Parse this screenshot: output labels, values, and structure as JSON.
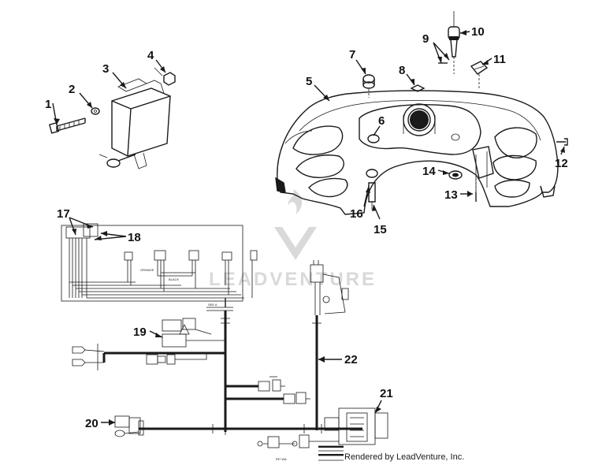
{
  "diagram": {
    "callouts": [
      {
        "id": "1",
        "label": "1"
      },
      {
        "id": "2",
        "label": "2"
      },
      {
        "id": "3",
        "label": "3"
      },
      {
        "id": "4",
        "label": "4"
      },
      {
        "id": "5",
        "label": "5"
      },
      {
        "id": "6",
        "label": "6"
      },
      {
        "id": "7",
        "label": "7"
      },
      {
        "id": "8",
        "label": "8"
      },
      {
        "id": "9",
        "label": "9"
      },
      {
        "id": "10",
        "label": "10"
      },
      {
        "id": "11",
        "label": "11"
      },
      {
        "id": "12",
        "label": "12"
      },
      {
        "id": "13",
        "label": "13"
      },
      {
        "id": "14",
        "label": "14"
      },
      {
        "id": "15",
        "label": "15"
      },
      {
        "id": "16",
        "label": "16"
      },
      {
        "id": "17",
        "label": "17"
      },
      {
        "id": "18",
        "label": "18"
      },
      {
        "id": "19",
        "label": "19"
      },
      {
        "id": "20",
        "label": "20"
      },
      {
        "id": "21",
        "label": "21"
      },
      {
        "id": "22",
        "label": "22"
      }
    ],
    "watermark": "LEADVENTURE",
    "credit": "Rendered by LeadVenture, Inc."
  }
}
